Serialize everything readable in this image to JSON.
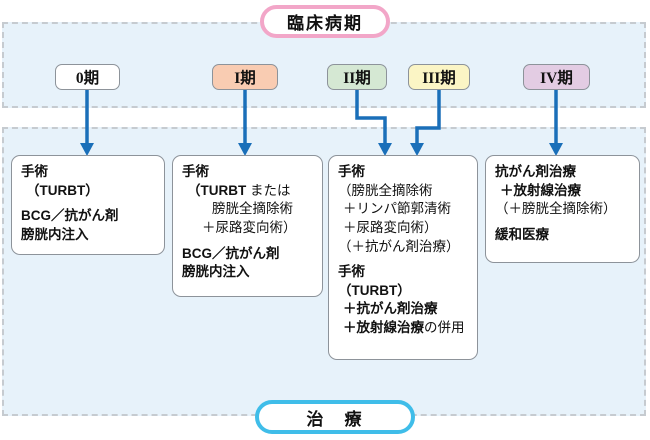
{
  "colors": {
    "panel-blue": "#e7f2fa",
    "dash-gray": "#c6cbd0",
    "arrow-blue": "#1a6fb9",
    "pill-pink": "#f2a6c8",
    "pill-blue": "#3fbde9",
    "box-border": "#8d939a",
    "stage-0-fill": "#ffffff",
    "stage-i-fill": "#f9ccb2",
    "stage-ii-fill": "#d5e8d3",
    "stage-iii-fill": "#fbf5c5",
    "stage-iv-fill": "#e3cce3"
  },
  "pills": {
    "top": "臨床病期",
    "bottom": "治　療"
  },
  "stages": [
    {
      "label": "0期"
    },
    {
      "label": "I期"
    },
    {
      "label": "II期"
    },
    {
      "label": "III期"
    },
    {
      "label": "IV期"
    }
  ],
  "treatment_boxes": [
    {
      "lines": [
        {
          "b": "手術"
        },
        {
          "b": "（TURBT）"
        },
        {
          "b": "BCG／抗がん剤"
        },
        {
          "b": "膀胱内注入"
        }
      ]
    },
    {
      "lines": [
        {
          "b": "手術"
        },
        {
          "b": "（TURBT",
          "r": " または"
        },
        {
          "r": "膀胱全摘除術"
        },
        {
          "r": "＋尿路変向術）"
        },
        {
          "b": "BCG／抗がん剤"
        },
        {
          "b": "膀胱内注入"
        }
      ]
    },
    {
      "lines": [
        {
          "b": "手術"
        },
        {
          "r": "（膀胱全摘除術"
        },
        {
          "r": "＋リンパ節郭清術"
        },
        {
          "r": "＋尿路変向術）"
        },
        {
          "r": "（＋抗がん剤治療）"
        },
        {
          "b": "手術"
        },
        {
          "b": "（TURBT）"
        },
        {
          "b": "＋抗がん剤治療"
        },
        {
          "b": "＋放射線治療",
          "r": "の併用"
        }
      ]
    },
    {
      "lines": [
        {
          "b": "抗がん剤治療"
        },
        {
          "b": "＋放射線治療"
        },
        {
          "r": "（＋膀胱全摘除術）"
        },
        {
          "b": "緩和医療"
        }
      ]
    }
  ]
}
